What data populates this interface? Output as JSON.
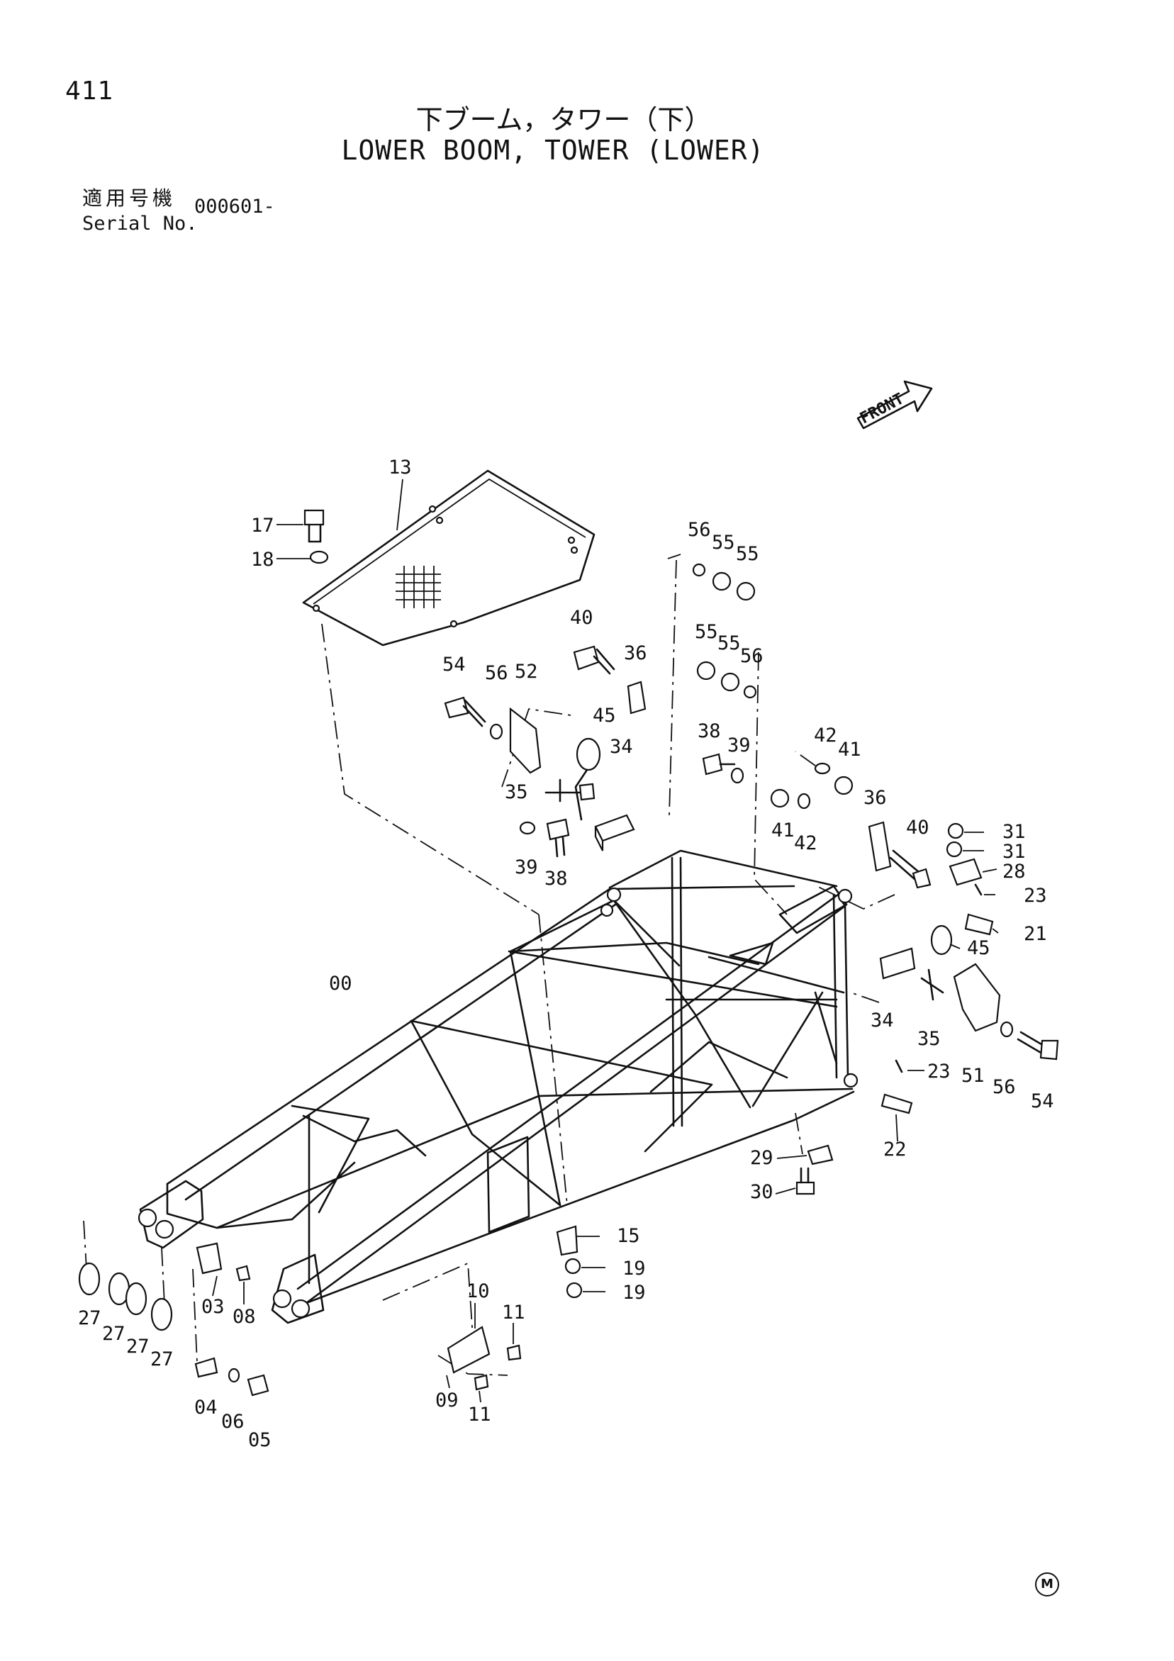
{
  "header": {
    "page_number": "411",
    "title_jp": "下ブーム，タワー（下）",
    "title_en": "LOWER BOOM, TOWER (LOWER)",
    "serial_label_jp": "適用号機",
    "serial_label_en": "Serial No.",
    "serial_value": "000601-"
  },
  "front_label": "FRONT",
  "footer_mark": "M",
  "callouts": [
    "13",
    "17",
    "18",
    "56",
    "55",
    "55",
    "40",
    "36",
    "55",
    "55",
    "56",
    "54",
    "56",
    "52",
    "45",
    "34",
    "35",
    "39",
    "38",
    "38",
    "39",
    "42",
    "41",
    "41",
    "42",
    "36",
    "40",
    "31",
    "31",
    "28",
    "23",
    "21",
    "45",
    "00",
    "34",
    "35",
    "51",
    "56",
    "54",
    "23",
    "22",
    "29",
    "30",
    "15",
    "19",
    "19",
    "10",
    "11",
    "09",
    "11",
    "03",
    "08",
    "27",
    "27",
    "27",
    "27",
    "04",
    "06",
    "05"
  ]
}
